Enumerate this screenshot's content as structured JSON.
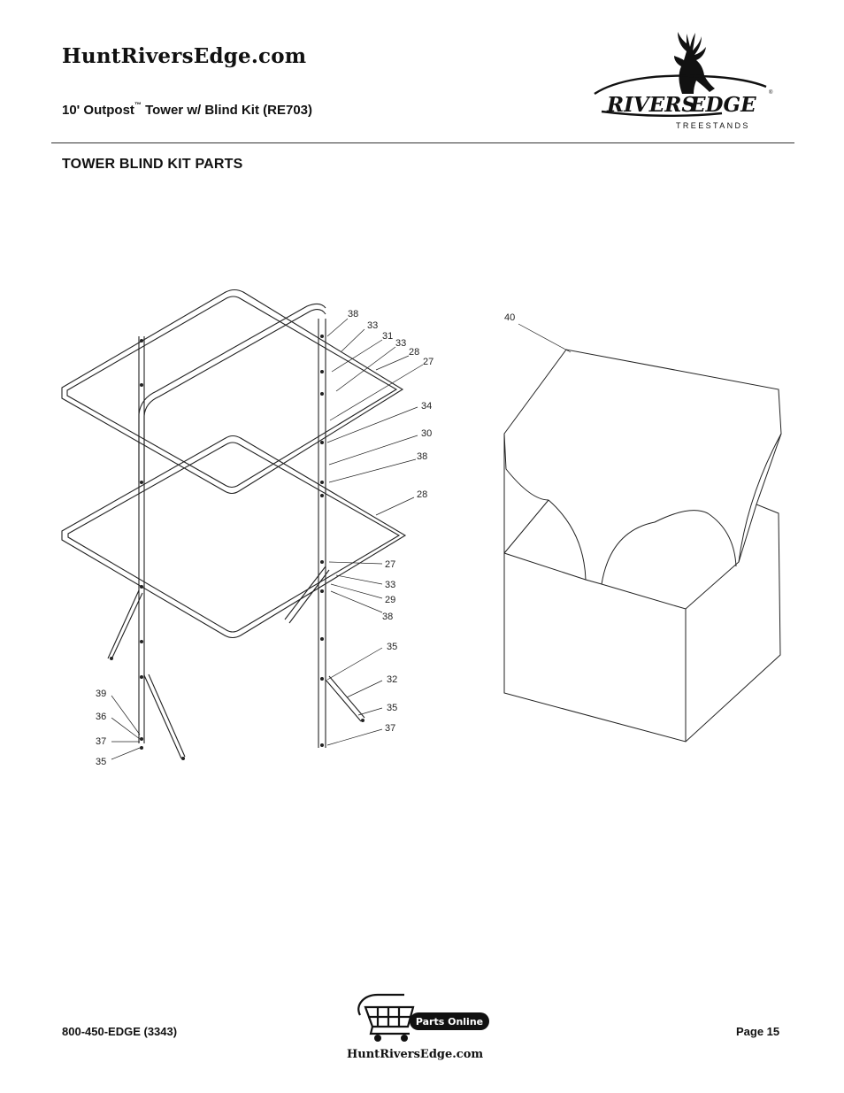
{
  "header": {
    "site_title": "HuntRiversEdge.com",
    "product_title": "10' Outpost",
    "product_tm": "™",
    "product_title_rest": " Tower w/ Blind Kit (RE703)"
  },
  "logo": {
    "brand": "RIVERS EDGE",
    "brand_left": "RIVERS",
    "brand_right": "EDGE",
    "registered": "®",
    "tagline": "TREESTANDS"
  },
  "section": {
    "title": "TOWER BLIND KIT PARTS"
  },
  "diagram": {
    "frame_callouts": [
      "38",
      "33",
      "31",
      "33",
      "28",
      "27",
      "34",
      "30",
      "38",
      "28",
      "27",
      "33",
      "29",
      "38",
      "35",
      "32",
      "35",
      "37",
      "39",
      "36",
      "37",
      "35"
    ],
    "blind_callout": "40"
  },
  "footer": {
    "phone": "800-450-EDGE (3343)",
    "page": "Page 15",
    "badge": "Parts Online",
    "site": "HuntRiversEdge.com"
  }
}
